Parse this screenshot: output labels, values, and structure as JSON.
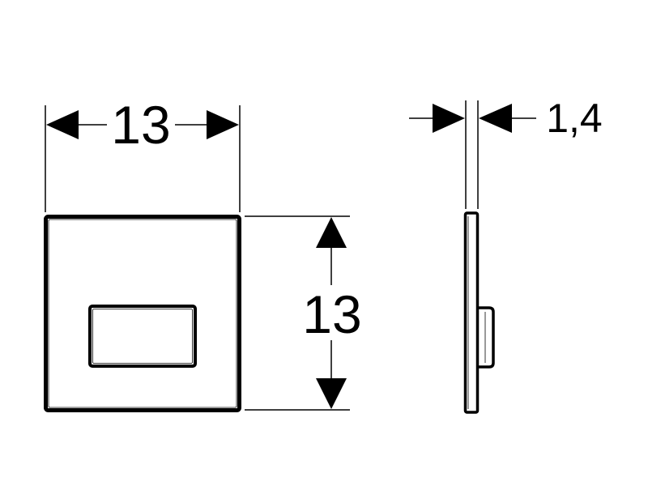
{
  "front_view": {
    "width_label": "13",
    "height_label": "13"
  },
  "side_view": {
    "thickness_label": "1,4"
  },
  "colors": {
    "line": "#000000",
    "background": "#ffffff"
  }
}
